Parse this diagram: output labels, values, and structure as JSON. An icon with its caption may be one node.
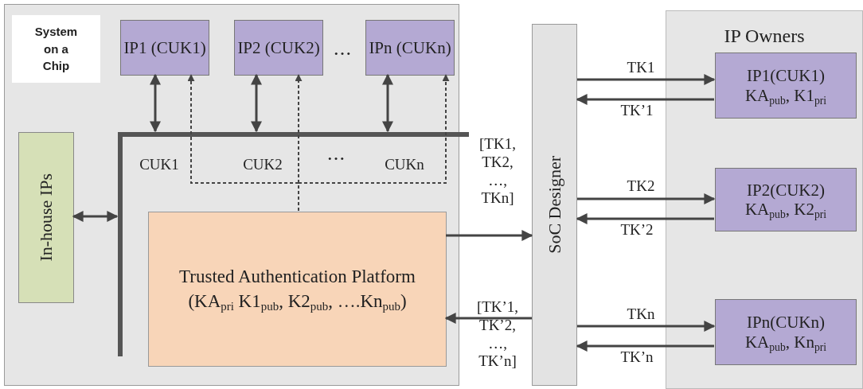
{
  "diagram": {
    "nodes": [
      {
        "text": [
          "System on a Chip"
        ]
      },
      {
        "text": [
          "IP1 (CUK1)"
        ],
        "in": 0
      },
      {
        "text": [
          "IP2 (CUK2)"
        ],
        "in": 0
      },
      {
        "text": [
          "IPn (CUKn)"
        ],
        "in": 0
      },
      {
        "text": [],
        "shape": "bar",
        "in": 0
      },
      {
        "text": [],
        "shape": "bar",
        "in": 0
      },
      {
        "text": [
          "In-house IPs"
        ],
        "in": 0
      },
      {
        "text": [
          "Trusted Authentication Platform",
          "(KA$_{pri}$ K1$_{pub}$, K2$_{pub}$, ….Kn$_{pub}$)"
        ],
        "in": 0
      },
      {
        "text": [
          "SoC Designer"
        ]
      },
      {
        "text": [
          "IP Owners"
        ]
      },
      {
        "text": [
          "IP1(CUK1)",
          "KA$_{pub}$, K1$_{pri}$"
        ],
        "in": 9
      },
      {
        "text": [
          "IP2(CUK2)",
          "KA$_{pub}$, K2$_{pri}$"
        ],
        "in": 9
      },
      {
        "text": [
          "IPn(CUKn)",
          "KA$_{pub}$, Kn$_{pri}$"
        ],
        "in": 9
      }
    ],
    "edges": [
      {
        "from": 1,
        "to": 4,
        "arrow": "both"
      },
      {
        "from": 2,
        "to": 4,
        "arrow": "both"
      },
      {
        "from": 3,
        "to": 4,
        "arrow": "both"
      },
      {
        "from": 6,
        "to": 5,
        "arrow": "both"
      },
      {
        "from": 7,
        "to": 1,
        "arrow": "to",
        "style": "dashed",
        "label": "CUK1"
      },
      {
        "from": 7,
        "to": 2,
        "arrow": "to",
        "style": "dashed",
        "label": "CUK2"
      },
      {
        "from": 7,
        "to": 3,
        "arrow": "to",
        "style": "dashed",
        "label": "CUKn"
      },
      {
        "from": 7,
        "to": 8,
        "arrow": "to",
        "label": "[TK1, TK2, …, TKn]"
      },
      {
        "from": 8,
        "to": 7,
        "arrow": "to",
        "label": "[TK’1, TK’2, …, TK’n]"
      },
      {
        "from": 8,
        "to": 10,
        "arrow": "to",
        "label": "TK1"
      },
      {
        "from": 10,
        "to": 8,
        "arrow": "to",
        "label": "TK’1"
      },
      {
        "from": 8,
        "to": 11,
        "arrow": "to",
        "label": "TK2"
      },
      {
        "from": 11,
        "to": 8,
        "arrow": "to",
        "label": "TK’2"
      },
      {
        "from": 8,
        "to": 12,
        "arrow": "to",
        "label": "TKn"
      },
      {
        "from": 12,
        "to": 8,
        "arrow": "to",
        "label": "TK’n"
      }
    ],
    "labels": [
      "• • •",
      "• • •"
    ]
  }
}
